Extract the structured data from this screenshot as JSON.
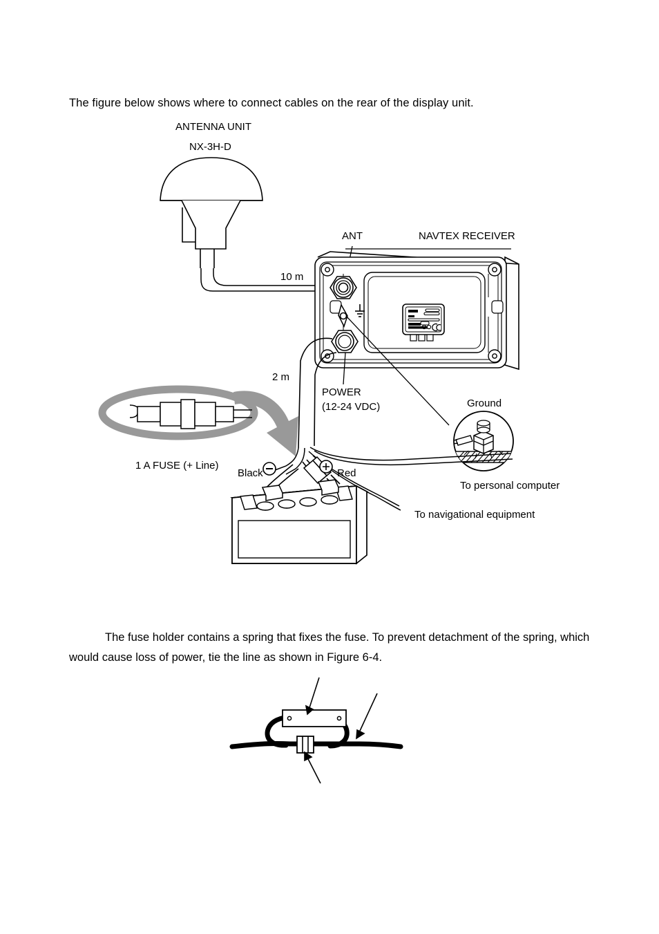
{
  "document": {
    "intro_text": "The figure below shows where to connect cables on the rear of the display unit.",
    "body_paragraph": "The fuse holder contains a spring that fixes the fuse. To prevent detachment of the spring, which would cause loss of power, tie the line as shown in Figure 6-4."
  },
  "diagram": {
    "antenna": {
      "title": "ANTENNA UNIT",
      "model": "NX-3H-D"
    },
    "receiver": {
      "title": "NAVTEX RECEIVER",
      "ant_connector_label": "ANT",
      "power_label_line1": "POWER",
      "power_label_line2": "(12-24 VDC)",
      "ground_label": "Ground"
    },
    "cables": {
      "antenna_cable_length": "10 m",
      "power_cable_length": "2 m",
      "to_personal_computer": "To personal computer",
      "to_navigational_equipment": "To navigational equipment"
    },
    "fuse": {
      "callout_label": "1 A FUSE (+ Line)"
    },
    "battery": {
      "negative_label": "Black",
      "positive_label": "Red",
      "negative_symbol": "−",
      "positive_symbol": "+"
    }
  },
  "colors": {
    "line": "#000000",
    "callout_gray": "#999999",
    "page_background": "#ffffff"
  }
}
